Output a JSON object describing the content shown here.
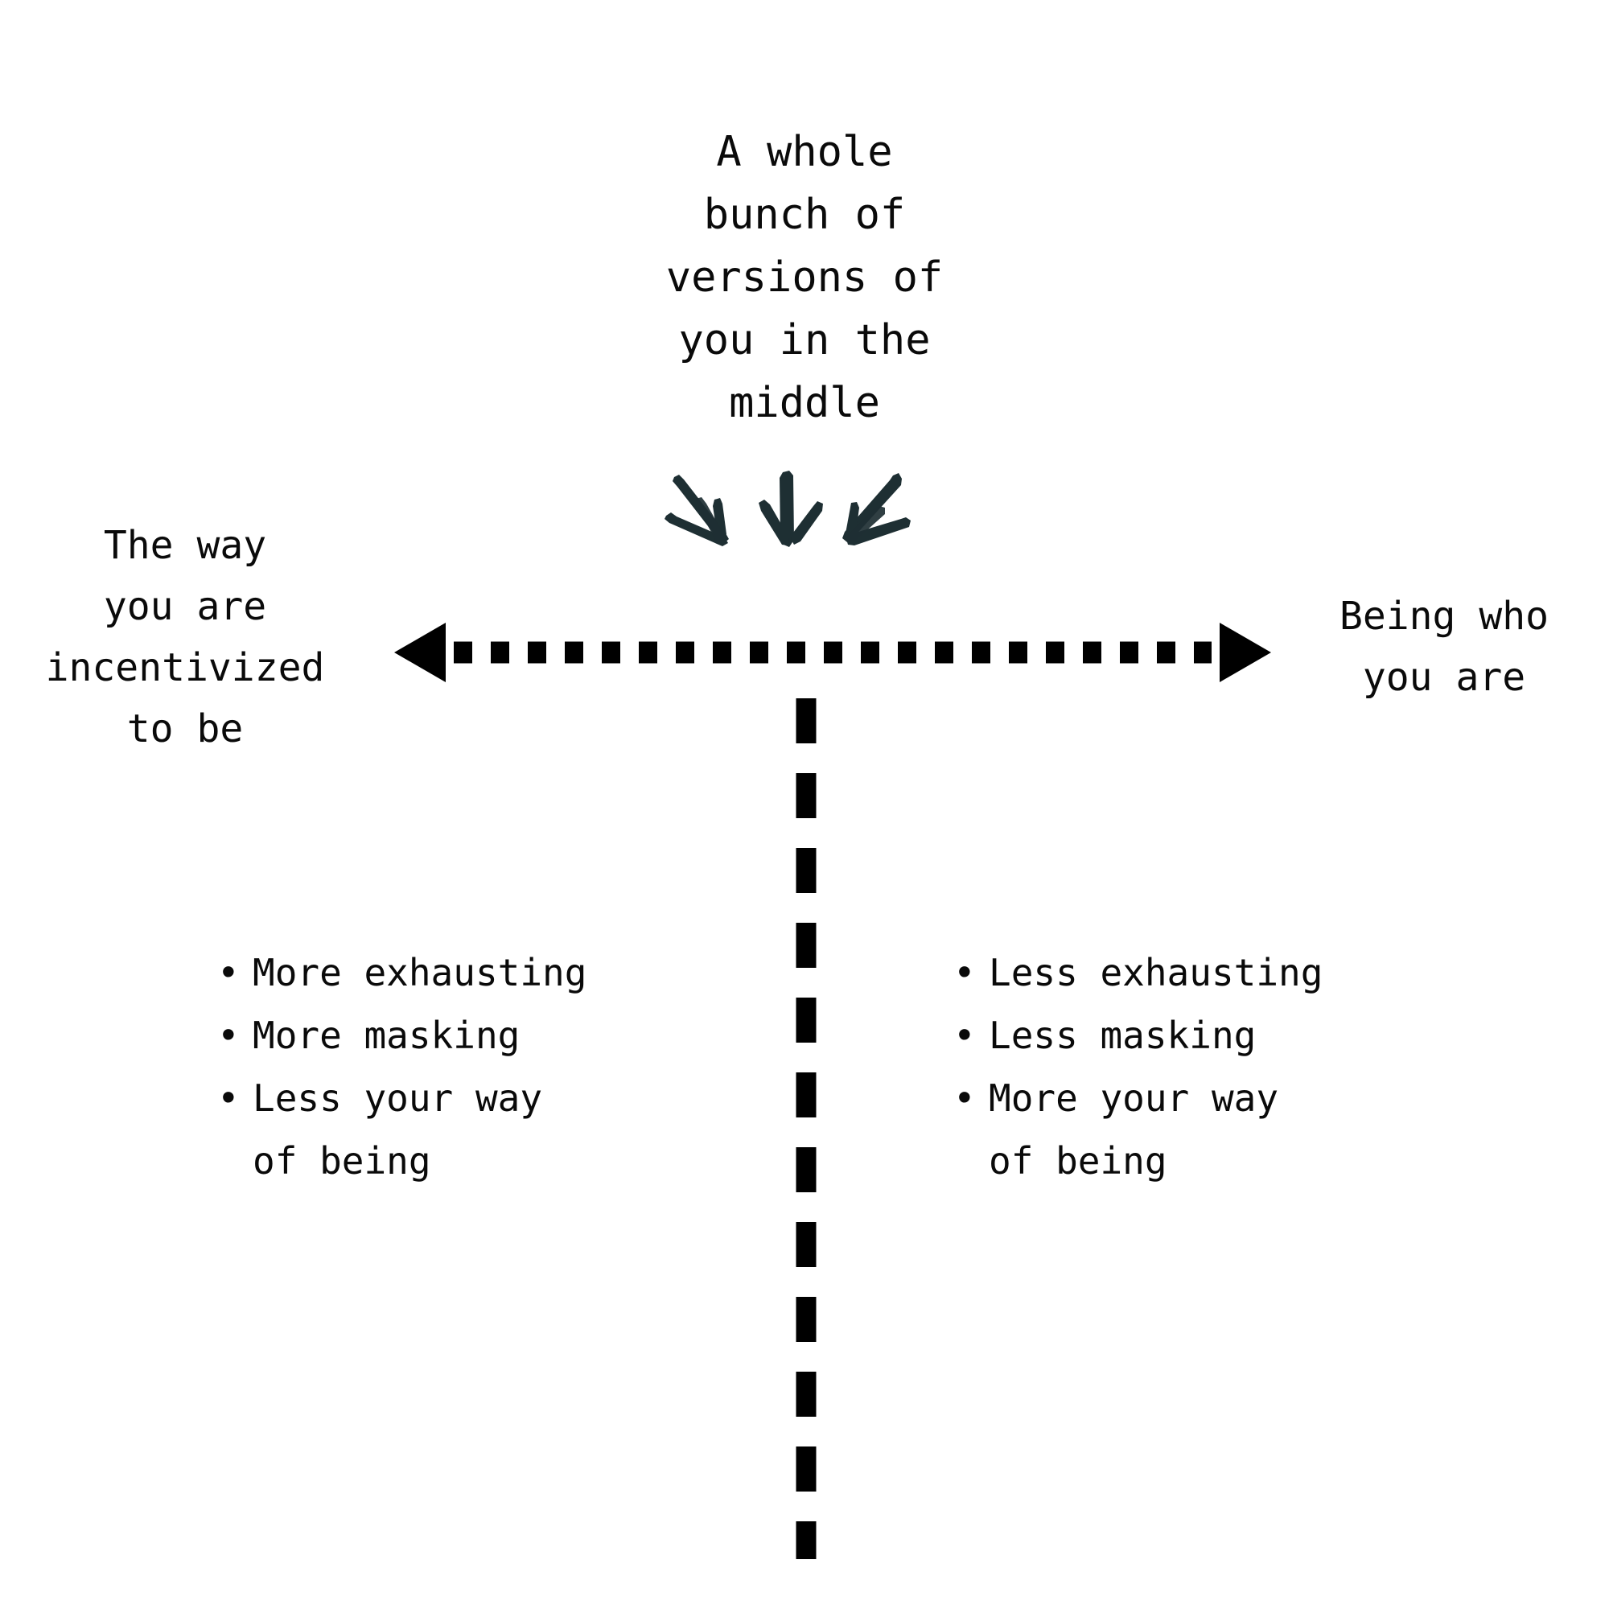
{
  "diagram": {
    "type": "spectrum-axis-diagram",
    "background_color": "#ffffff",
    "text_color": "#0a0a0a",
    "arrow_color": "#1e2f33",
    "axis_color": "#000000",
    "top_caption": "A whole\nbunch of\nversions of\nyou in the\nmiddle",
    "down_arrows_count": 3,
    "left_end": {
      "label": "The way\nyou are\nincentivized\nto be",
      "bullets": [
        "More exhausting",
        "More masking",
        "Less your way\nof being"
      ]
    },
    "right_end": {
      "label": "Being who\nyou are",
      "bullets": [
        "Less exhausting",
        "Less masking",
        "More your way\nof being"
      ]
    },
    "bullet_glyph": "•",
    "horizontal_axis": {
      "style": "dotted",
      "arrowheads": "both",
      "left_arrow_icon": "triangle-left-icon",
      "right_arrow_icon": "triangle-right-icon"
    },
    "vertical_divider": {
      "style": "dashed",
      "arrowheads": "none"
    }
  }
}
